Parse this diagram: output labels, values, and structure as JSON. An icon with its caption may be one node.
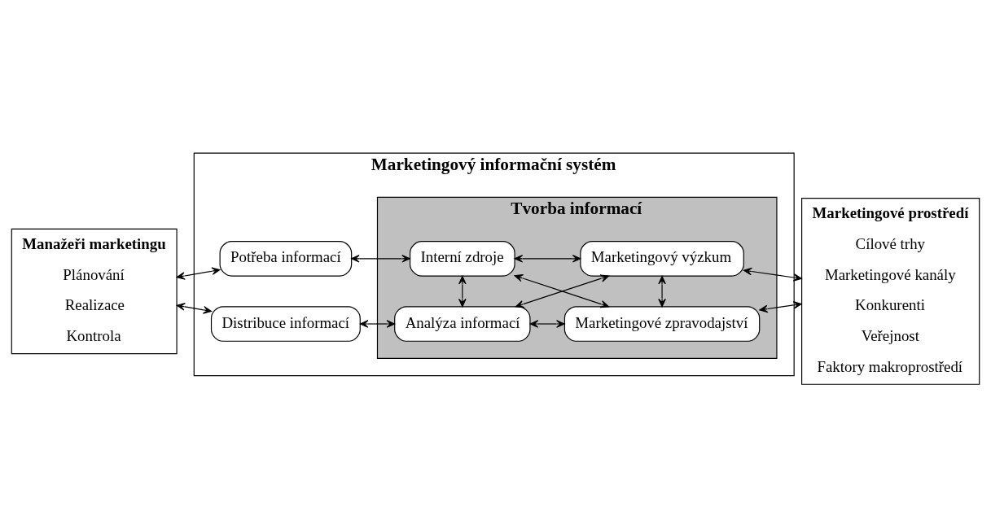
{
  "diagram": {
    "nodes": [
      {
        "text": [
          "Manažeři marketingu",
          "Plánování",
          "Realizace",
          "Kontrola"
        ]
      },
      {
        "text": [
          "Marketingový informační systém"
        ]
      },
      {
        "text": [
          "Potřeba informací"
        ],
        "in": 1
      },
      {
        "text": [
          "Distribuce informací"
        ],
        "in": 1
      },
      {
        "text": [
          "Tvorba informací"
        ],
        "in": 1
      },
      {
        "text": [
          "Interní zdroje"
        ],
        "in": 4
      },
      {
        "text": [
          "Marketingové zpravodajství"
        ],
        "in": 4
      },
      {
        "text": [
          "Analýza informací"
        ],
        "in": 4
      },
      {
        "text": [
          "Marketingový výzkum"
        ],
        "in": 4
      },
      {
        "text": [
          "Marketingové prostředí",
          "Cílové trhy",
          "Marketingové kanály",
          "Konkurenti",
          "Veřejnost",
          "Faktory makroprostředí"
        ]
      }
    ],
    "edges": [
      {
        "from": 0,
        "to": 2,
        "arrow": "both"
      },
      {
        "from": 2,
        "to": 5,
        "arrow": "both"
      },
      {
        "from": 5,
        "to": 6,
        "arrow": "both"
      },
      {
        "from": 6,
        "to": 9,
        "arrow": "both"
      },
      {
        "from": 5,
        "to": 7,
        "arrow": "both"
      },
      {
        "from": 5,
        "to": 8,
        "arrow": "both"
      },
      {
        "from": 6,
        "to": 7,
        "arrow": "both"
      },
      {
        "from": 6,
        "to": 8,
        "arrow": "both"
      },
      {
        "from": 0,
        "to": 3,
        "arrow": "both"
      },
      {
        "from": 3,
        "to": 7,
        "arrow": "both"
      },
      {
        "from": 7,
        "to": 8,
        "arrow": "both"
      },
      {
        "from": 8,
        "to": 9,
        "arrow": "both"
      }
    ]
  }
}
